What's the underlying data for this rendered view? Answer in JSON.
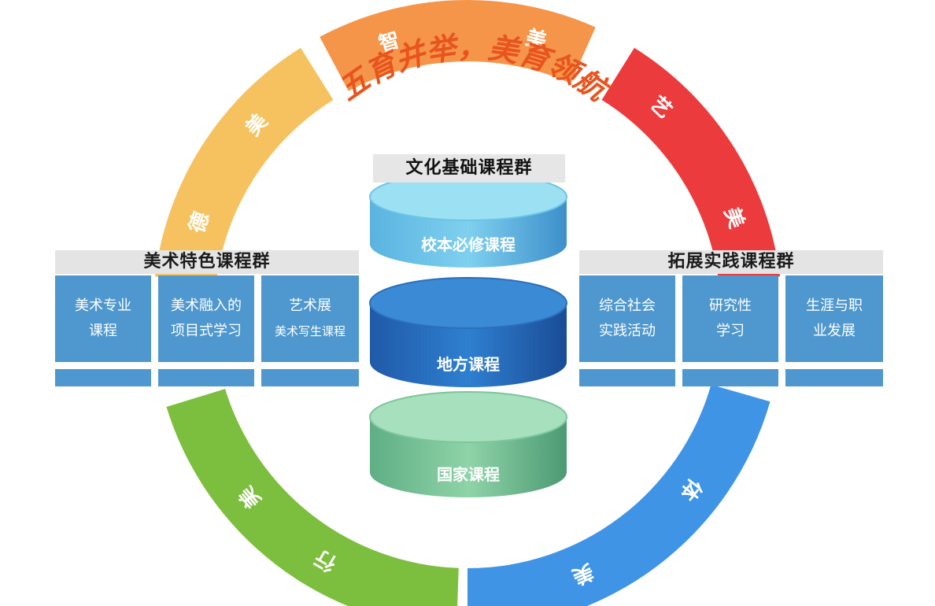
{
  "slogan": "五育并举，美育领航",
  "ring_segments": [
    {
      "id": "zhi",
      "chars": [
        "智",
        "美"
      ],
      "color": "#f5954a"
    },
    {
      "id": "yi",
      "chars": [
        "艺",
        "美"
      ],
      "color": "#ec3b3c"
    },
    {
      "id": "ti",
      "chars": [
        "体",
        "美"
      ],
      "color": "#3f94e6"
    },
    {
      "id": "xing",
      "chars": [
        "行",
        "美"
      ],
      "color": "#7cbe3e"
    },
    {
      "id": "de",
      "chars": [
        "德",
        "美"
      ],
      "color": "#f6c25f"
    }
  ],
  "center": {
    "title": "文化基础课程群",
    "cylinders": [
      {
        "label": "校本必修课程"
      },
      {
        "label": "地方课程"
      },
      {
        "label": "国家课程"
      }
    ]
  },
  "left_panel": {
    "title": "美术特色课程群",
    "cells": [
      {
        "line1": "美术专业",
        "line2": "课程"
      },
      {
        "line1": "美术融入的",
        "line2": "项目式学习"
      },
      {
        "line1": "艺术展",
        "line2": "美术写生课程"
      }
    ]
  },
  "right_panel": {
    "title": "拓展实践课程群",
    "cells": [
      {
        "line1": "综合社会",
        "line2": "实践活动"
      },
      {
        "line1": "研究性",
        "line2": "学习"
      },
      {
        "line1": "生涯与职",
        "line2": "业发展"
      }
    ]
  }
}
